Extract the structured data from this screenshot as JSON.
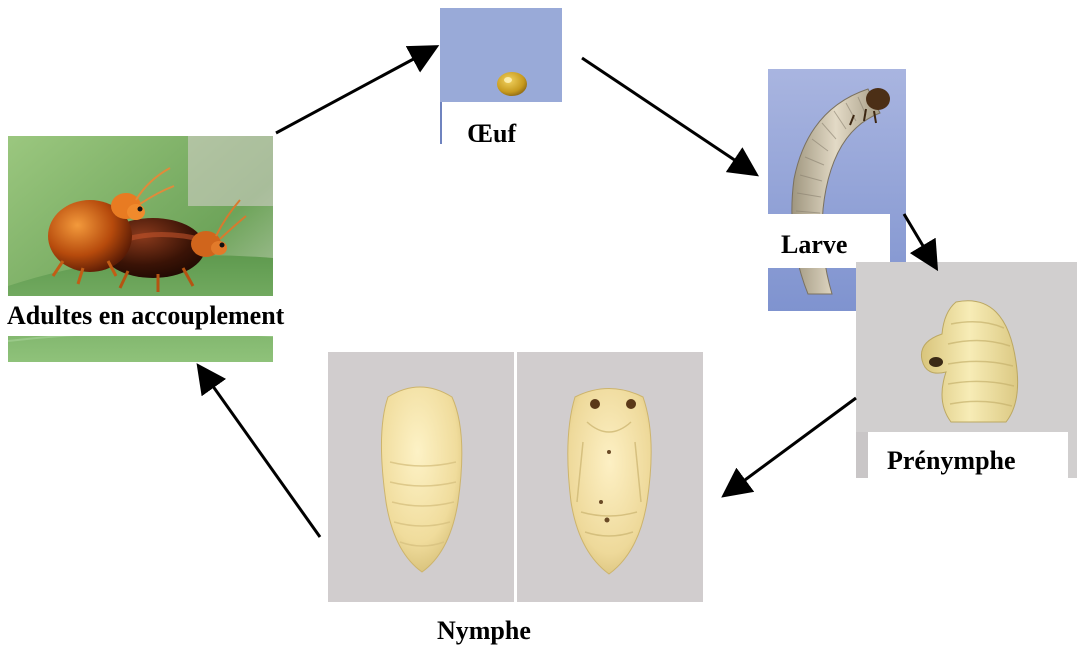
{
  "stages": {
    "adult": {
      "label": "Adultes en accouplement"
    },
    "egg": {
      "label": "Œuf"
    },
    "larva": {
      "label": "Larve"
    },
    "prepupa": {
      "label": "Prénymphe"
    },
    "pupa": {
      "label": "Nymphe"
    }
  },
  "colors": {
    "arrow": "#000000",
    "photo_bg_leaf": "#7fb56a",
    "photo_bg_blue": "#8d9fd1",
    "photo_bg_gray": "#c9c6c7",
    "larva_body": "#cfc6b3",
    "prepupa_body": "#f3e5a8",
    "pupa_body": "#f1dfa6",
    "adult_orange": "#e46d13",
    "adult_dark": "#3a1306"
  }
}
